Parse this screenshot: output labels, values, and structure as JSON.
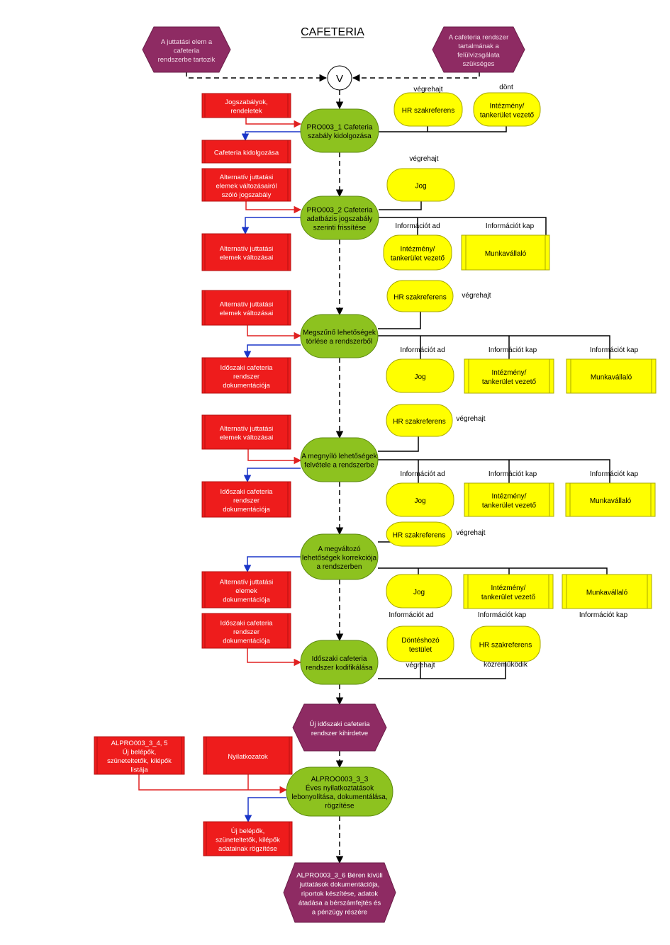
{
  "title": "CAFETERIA",
  "start_events": [
    {
      "lines": [
        "A juttatási elem a",
        "cafeteria",
        "rendszerbe tartozik"
      ]
    },
    {
      "lines": [
        "A cafeteria rendszer",
        "tartalmának a",
        "felülvizsgálata",
        "szükséges"
      ]
    }
  ],
  "connector": "V",
  "processes": [
    {
      "lines": [
        "PRO003_1 Cafeteria",
        "szabály kidolgozása"
      ]
    },
    {
      "lines": [
        "PRO003_2 Cafeteria",
        "adatbázis jogszabály",
        "szerinti frissítése"
      ]
    },
    {
      "lines": [
        "Megszűnő lehetőségek",
        "törlése a rendszerből"
      ]
    },
    {
      "lines": [
        "A megnyíló lehetőségek",
        "felvétele a rendszerbe"
      ]
    },
    {
      "lines": [
        "A megváltozó",
        "lehetőségek korrekciója",
        "a rendszerben"
      ]
    },
    {
      "lines": [
        "Időszaki cafeteria",
        "rendszer kodifikálása"
      ]
    },
    {
      "lines": [
        "ALPROO003_3_3",
        "Éves nyilatkoztatások",
        "lebonyolítása, dokumentálása,",
        "rögzítése"
      ]
    }
  ],
  "documents": [
    {
      "lines": [
        "Jogszabályok,",
        "rendeletek"
      ]
    },
    {
      "lines": [
        "Cafeteria kidolgozása"
      ]
    },
    {
      "lines": [
        "Alternatív juttatási",
        "elemek változásairól",
        "szóló jogszabály"
      ]
    },
    {
      "lines": [
        "Alternatív juttatási",
        "elemek változásai"
      ]
    },
    {
      "lines": [
        "Alternatív juttatási",
        "elemek változásai"
      ]
    },
    {
      "lines": [
        "Időszaki cafeteria",
        "rendszer",
        "dokumentációja"
      ]
    },
    {
      "lines": [
        "Alternatív juttatási",
        "elemek változásai"
      ]
    },
    {
      "lines": [
        "Időszaki cafeteria",
        "rendszer",
        "dokumentációja"
      ]
    },
    {
      "lines": [
        "Alternatív juttatási",
        "elemek",
        "dokumentációja"
      ]
    },
    {
      "lines": [
        "Időszaki cafeteria",
        "rendszer",
        "dokumentációja"
      ]
    },
    {
      "lines": [
        "ALPRO003_3_4, 5",
        "Új belépők,",
        "szüneteltetők, kilépők",
        "listája"
      ]
    },
    {
      "lines": [
        "Nyilatkozatok"
      ]
    },
    {
      "lines": [
        "Új belépők,",
        "szüneteltetők, kilépők",
        "adatainak rögzítése"
      ]
    }
  ],
  "roles": [
    {
      "lines": [
        "HR szakreferens"
      ]
    },
    {
      "lines": [
        "Intézmény/",
        "tankerület vezető"
      ]
    },
    {
      "lines": [
        "Jog"
      ]
    },
    {
      "lines": [
        "Intézmény/",
        "tankerület vezető"
      ]
    },
    {
      "lines": [
        "HR szakreferens"
      ]
    },
    {
      "lines": [
        "Jog"
      ]
    },
    {
      "lines": [
        "HR szakreferens"
      ]
    },
    {
      "lines": [
        "Jog"
      ]
    },
    {
      "lines": [
        "HR szakreferens"
      ]
    },
    {
      "lines": [
        "Jog"
      ]
    },
    {
      "lines": [
        "Döntéshozó",
        "testület"
      ]
    },
    {
      "lines": [
        "HR szakreferens"
      ]
    }
  ],
  "orgs": [
    {
      "lines": [
        "Munkavállaló"
      ]
    },
    {
      "lines": [
        "Intézmény/",
        "tankerület vezető"
      ]
    },
    {
      "lines": [
        "Munkavállaló"
      ]
    },
    {
      "lines": [
        "Intézmény/",
        "tankerület vezető"
      ]
    },
    {
      "lines": [
        "Munkavállaló"
      ]
    },
    {
      "lines": [
        "Intézmény/",
        "tankerület vezető"
      ]
    },
    {
      "lines": [
        "Munkavállaló"
      ]
    }
  ],
  "end_events": [
    {
      "lines": [
        "Új időszaki cafeteria",
        "rendszer kihirdetve"
      ]
    },
    {
      "lines": [
        "ALPRO003_3_6 Béren kívüli",
        "juttatások dokumentációja,",
        "riportok készítése, adatok",
        "átadása a bérszámfejtés és",
        "a pénzügy részére"
      ]
    }
  ],
  "relations": [
    "végrehajt",
    "dönt",
    "végrehajt",
    "Információt ad",
    "Információt kap",
    "végrehajt",
    "Információt ad",
    "Információt kap",
    "Információt kap",
    "végrehajt",
    "Információt ad",
    "Információt kap",
    "Információt kap",
    "végrehajt",
    "Információt ad",
    "Információt kap",
    "Információt kap",
    "végrehajt",
    "közreműködik"
  ],
  "colors": {
    "event_fill": "#8e2b63",
    "event_stroke": "#6b1e49",
    "process_fill": "#8dc21f",
    "process_stroke": "#5d8a10",
    "document_fill": "#ee1c1c",
    "document_stroke": "#b50f0f",
    "role_fill": "#ffff00",
    "role_stroke": "#a8a800",
    "input_arrow": "#e02020",
    "output_arrow": "#1a35c8"
  }
}
